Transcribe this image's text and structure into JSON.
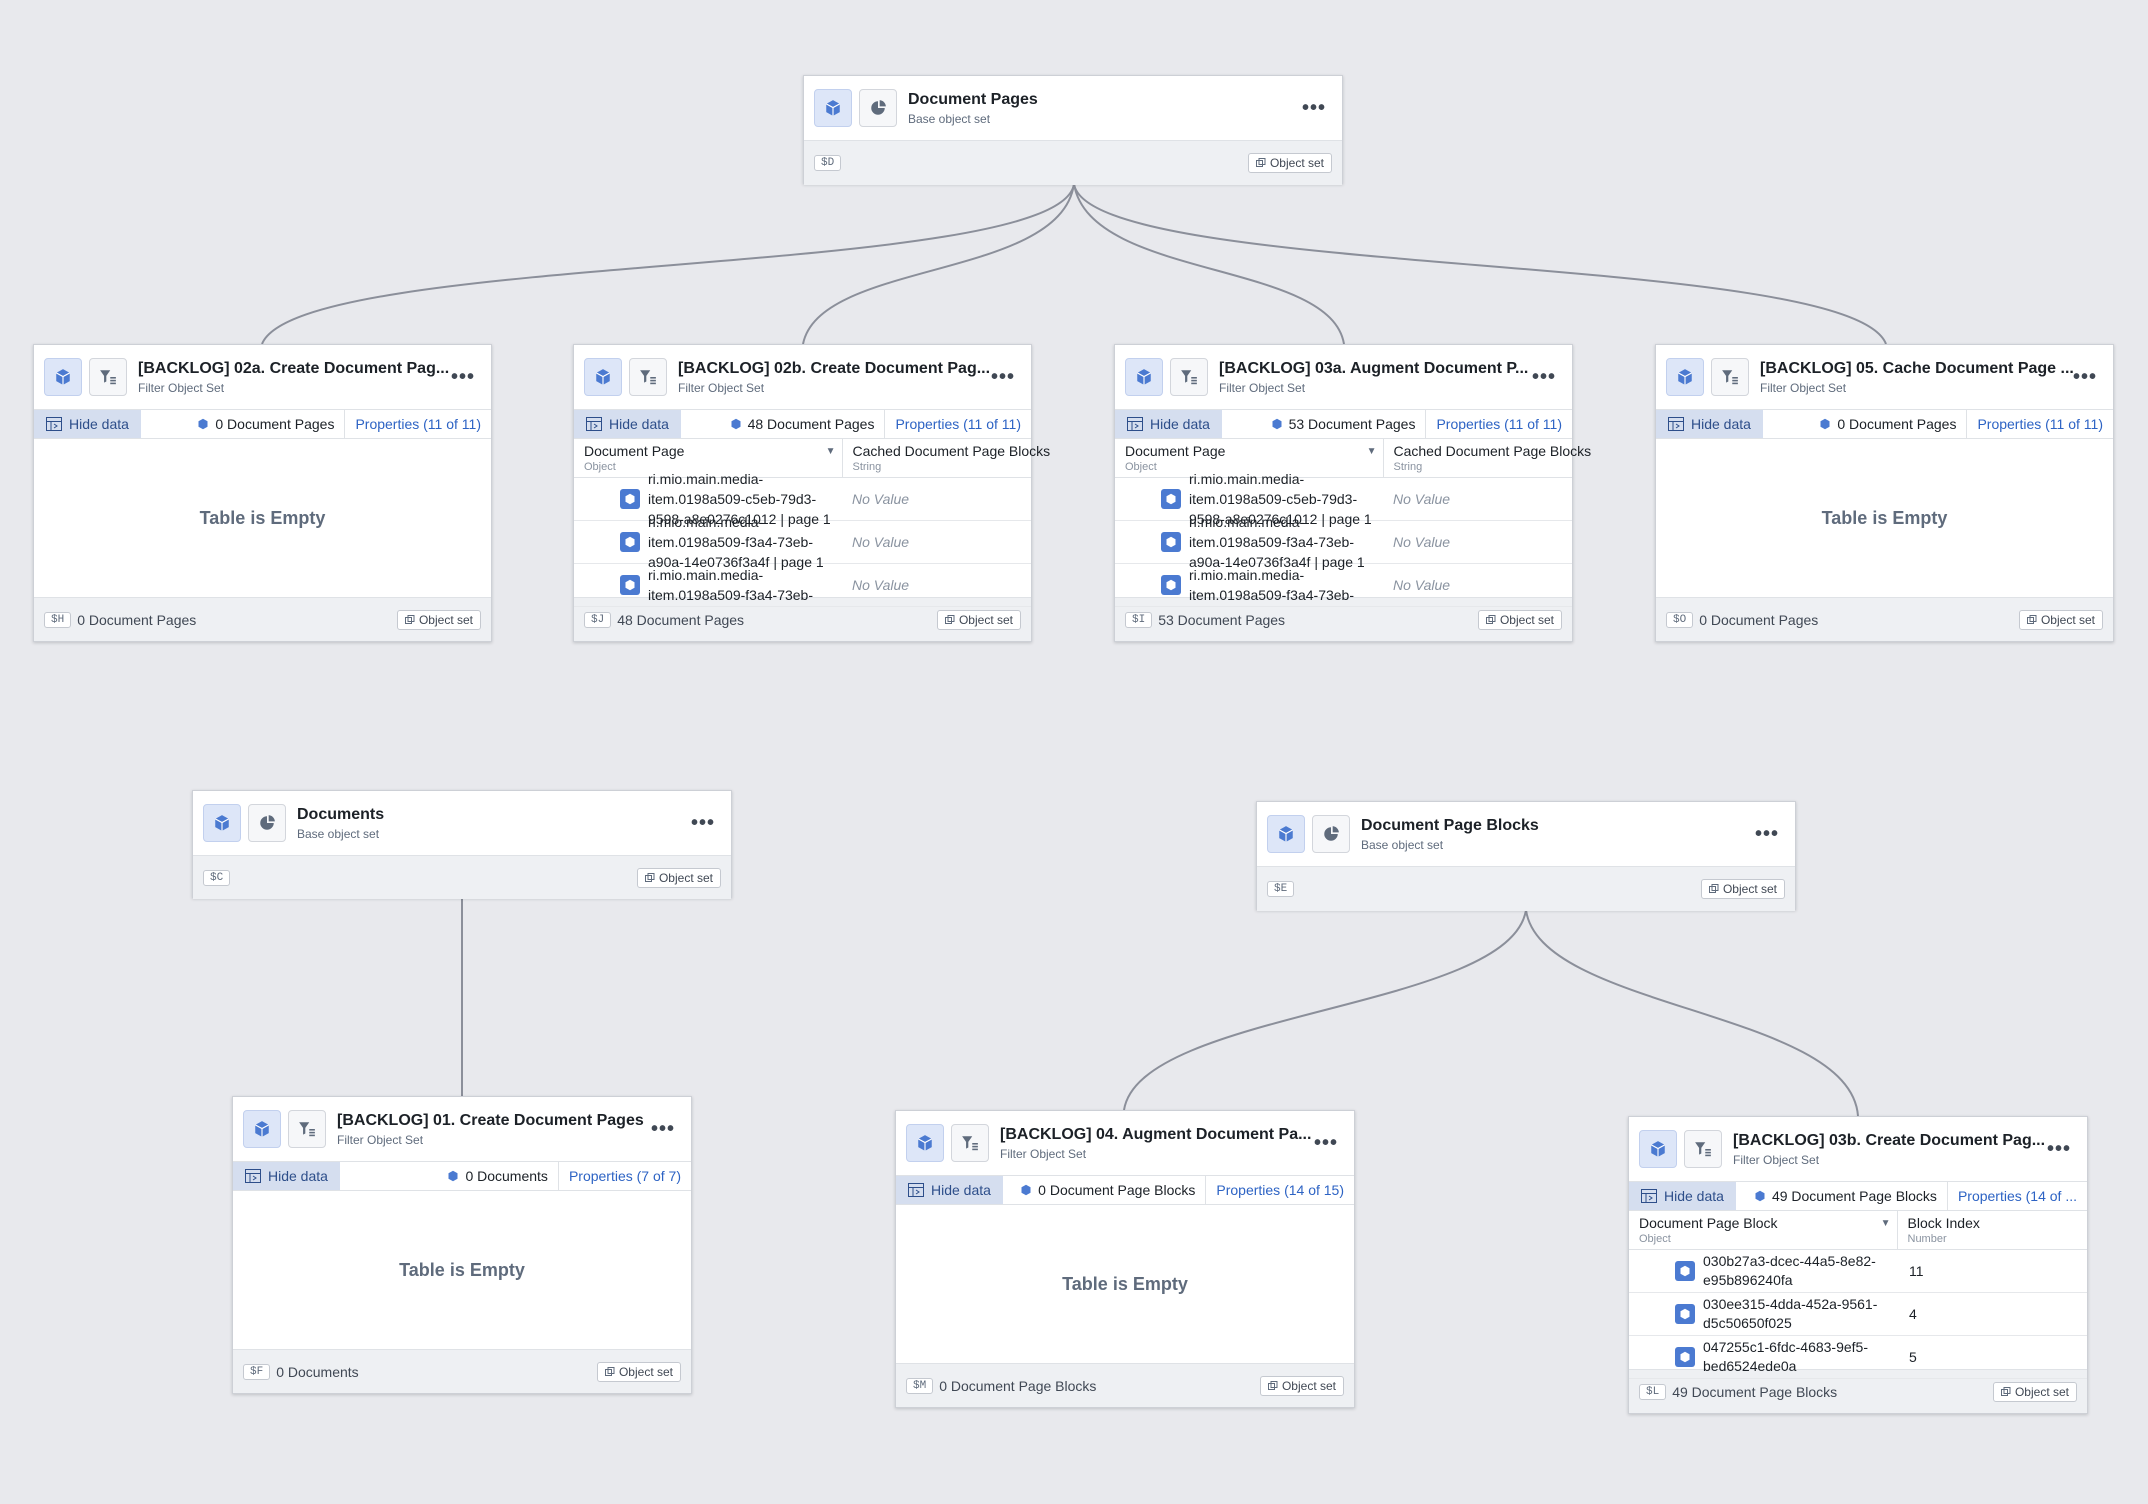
{
  "colors": {
    "background": "#e8e9ed",
    "accent": "#2d63c4",
    "object_icon": "#4b7ad1",
    "connector": "#8b8f9a"
  },
  "icons": {
    "object": "cube-icon",
    "base": "pie-chart-icon",
    "filter": "filter-icon",
    "table": "table-icon",
    "more": "more-dots-icon",
    "object_set": "object-set-icon"
  },
  "common": {
    "hide_data": "Hide data",
    "object_set": "Object set",
    "table_empty": "Table is Empty",
    "more": "•••",
    "no_value": "No Value"
  },
  "nodes": {
    "doc_pages": {
      "title": "Document Pages",
      "subtitle": "Base object set",
      "tag": "$D"
    },
    "backlog_02a": {
      "title": "[BACKLOG] 02a. Create Document Pag...",
      "subtitle": "Filter Object Set",
      "count": "0 Document Pages",
      "props": "Properties (11 of 11)",
      "tag": "$H",
      "footer_count": "0 Document Pages"
    },
    "backlog_02b": {
      "title": "[BACKLOG] 02b. Create Document Pag...",
      "subtitle": "Filter Object Set",
      "count": "48 Document Pages",
      "props": "Properties (11 of 11)",
      "tag": "$J",
      "footer_count": "48 Document Pages",
      "columns": [
        {
          "name": "Document Page",
          "type": "Object"
        },
        {
          "name": "Cached Document Page Blocks",
          "type": "String"
        }
      ],
      "rows": [
        {
          "lines": [
            "ri.mio.main.media-",
            "item.0198a509-c5eb-79d3-",
            "9598-a8e0276c1012 | page 1"
          ],
          "value": "No Value"
        },
        {
          "lines": [
            "ri.mio.main.media-",
            "item.0198a509-f3a4-73eb-",
            "a90a-14e0736f3a4f | page 1"
          ],
          "value": "No Value"
        },
        {
          "lines": [
            "ri.mio.main.media-",
            "item.0198a509-f3a4-73eb-",
            ""
          ],
          "value": "No Value"
        }
      ]
    },
    "backlog_03a": {
      "title": "[BACKLOG] 03a. Augment Document P...",
      "subtitle": "Filter Object Set",
      "count": "53 Document Pages",
      "props": "Properties (11 of 11)",
      "tag": "$I",
      "footer_count": "53 Document Pages",
      "columns": [
        {
          "name": "Document Page",
          "type": "Object"
        },
        {
          "name": "Cached Document Page Blocks",
          "type": "String"
        }
      ],
      "rows": [
        {
          "lines": [
            "ri.mio.main.media-",
            "item.0198a509-c5eb-79d3-",
            "9598-a8e0276c1012 | page 1"
          ],
          "value": "No Value"
        },
        {
          "lines": [
            "ri.mio.main.media-",
            "item.0198a509-f3a4-73eb-",
            "a90a-14e0736f3a4f | page 1"
          ],
          "value": "No Value"
        },
        {
          "lines": [
            "ri.mio.main.media-",
            "item.0198a509-f3a4-73eb-",
            ""
          ],
          "value": "No Value"
        }
      ]
    },
    "backlog_05": {
      "title": "[BACKLOG] 05. Cache Document Page ...",
      "subtitle": "Filter Object Set",
      "count": "0 Document Pages",
      "props": "Properties (11 of 11)",
      "tag": "$O",
      "footer_count": "0 Document Pages"
    },
    "documents": {
      "title": "Documents",
      "subtitle": "Base object set",
      "tag": "$C"
    },
    "doc_page_blocks": {
      "title": "Document Page Blocks",
      "subtitle": "Base object set",
      "tag": "$E"
    },
    "backlog_01": {
      "title": "[BACKLOG] 01. Create Document Pages",
      "subtitle": "Filter Object Set",
      "count": "0 Documents",
      "props": "Properties (7 of 7)",
      "tag": "$F",
      "footer_count": "0 Documents"
    },
    "backlog_04": {
      "title": "[BACKLOG] 04. Augment Document Pa...",
      "subtitle": "Filter Object Set",
      "count": "0 Document Page Blocks",
      "props": "Properties (14 of 15)",
      "tag": "$M",
      "footer_count": "0 Document Page Blocks"
    },
    "backlog_03b": {
      "title": "[BACKLOG] 03b. Create Document Pag...",
      "subtitle": "Filter Object Set",
      "count": "49 Document Page Blocks",
      "props": "Properties (14 of ...",
      "tag": "$L",
      "footer_count": "49 Document Page Blocks",
      "columns": [
        {
          "name": "Document Page Block",
          "type": "Object"
        },
        {
          "name": "Block Index",
          "type": "Number"
        }
      ],
      "rows": [
        {
          "lines": [
            "030b27a3-dcec-44a5-8e82-",
            "e95b896240fa"
          ],
          "value": "11"
        },
        {
          "lines": [
            "030ee315-4dda-452a-9561-",
            "d5c50650f025"
          ],
          "value": "4"
        },
        {
          "lines": [
            "047255c1-6fdc-4683-9ef5-",
            "bed6524ede0a"
          ],
          "value": "5"
        }
      ]
    }
  }
}
